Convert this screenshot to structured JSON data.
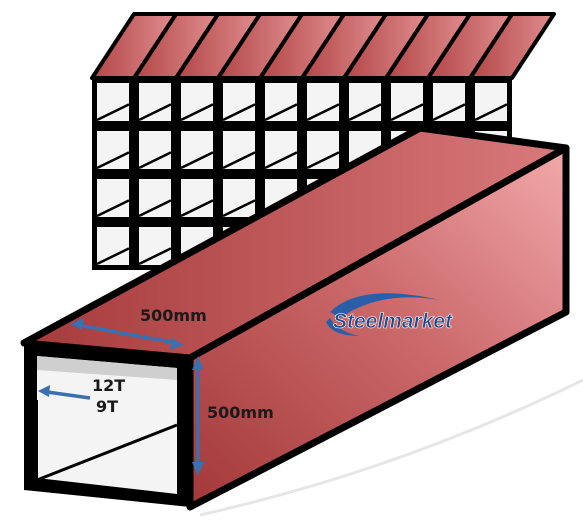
{
  "diagram": {
    "width_label": "500mm",
    "height_label": "500mm",
    "thickness_labels": [
      "12T",
      "9T"
    ],
    "brand": "Steelmarket",
    "stack": {
      "rows": 4,
      "columns": 10
    },
    "colors": {
      "tube_face": "#b04545",
      "tube_face_light": "#f0a2a5",
      "outline": "#000000",
      "cavity": "#f4f4f4",
      "arrow": "#3a6fb0",
      "brand_text": "#1e4a8c",
      "brand_swoosh": "#2a5fa8"
    }
  }
}
